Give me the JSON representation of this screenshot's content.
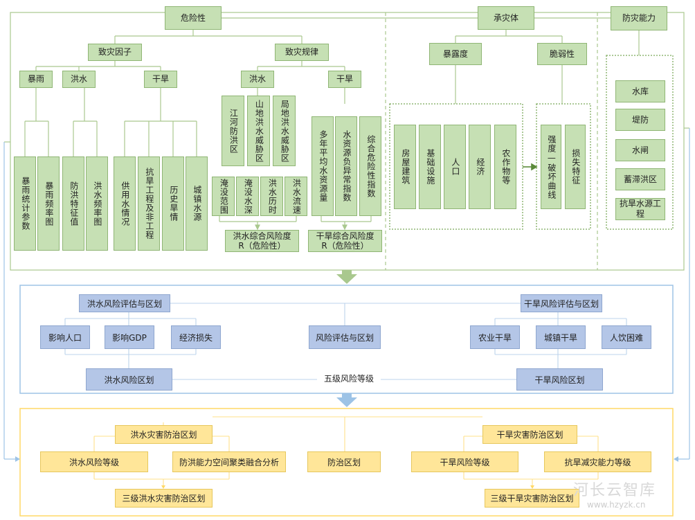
{
  "hazard": {
    "title": "危险性",
    "factor": {
      "title": "致灾因子",
      "rain": {
        "title": "暴雨",
        "items": [
          "暴雨统计参数",
          "暴雨频率图"
        ]
      },
      "flood": {
        "title": "洪水",
        "items": [
          "防洪特征值",
          "洪水频率图"
        ]
      },
      "drought": {
        "title": "干旱",
        "items": [
          "供用水情况",
          "抗旱工程及非工程",
          "历史旱情",
          "城镇水源"
        ]
      }
    },
    "law": {
      "title": "致灾规律",
      "flood": {
        "title": "洪水",
        "zones": [
          "江河防洪区",
          "山地洪水威胁区",
          "局地洪水威胁区"
        ],
        "indicators": [
          "淹没范围",
          "淹没水深",
          "洪水历时",
          "洪水流速"
        ],
        "composite": [
          "洪水综合风险度",
          "R（危险性）"
        ]
      },
      "drought": {
        "title": "干旱",
        "items": [
          "多年平均水资源量",
          "水资源负异常指数",
          "综合危险性指数"
        ],
        "composite": [
          "干旱综合风险度",
          "R（危险性）"
        ]
      }
    }
  },
  "bearer": {
    "title": "承灾体",
    "exposure": {
      "title": "暴露度",
      "items": [
        "房屋建筑",
        "基础设施",
        "人口",
        "经济",
        "农作物等"
      ]
    },
    "vulnerability": {
      "title": "脆弱性",
      "items": [
        "强度—破坏曲线",
        "损失特征"
      ]
    }
  },
  "capacity": {
    "title": "防灾能力",
    "items": [
      "水库",
      "堤防",
      "水闸",
      "蓄滞洪区",
      "抗旱水源工程"
    ]
  },
  "assessment": {
    "flood_title": "洪水风险评估与区划",
    "flood_items": [
      "影响人口",
      "影响GDP",
      "经济损失"
    ],
    "center": "风险评估与区划",
    "drought_title": "干旱风险评估与区划",
    "drought_items": [
      "农业干旱",
      "城镇干旱",
      "人饮困难"
    ],
    "flood_zoning": "洪水风险区划",
    "levels": "五级风险等级",
    "drought_zoning": "干旱风险区划"
  },
  "prevention": {
    "flood_title": "洪水灾害防治区划",
    "flood_items": [
      "洪水风险等级",
      "防洪能力空间聚类融合分析"
    ],
    "center": "防治区划",
    "drought_title": "干旱灾害防治区划",
    "drought_items": [
      "干旱风险等级",
      "抗旱减灾能力等级"
    ],
    "flood_result": "三级洪水灾害防治区划",
    "drought_result": "三级干旱灾害防治区划"
  },
  "watermark": {
    "name": "河长云智库",
    "url": "www.hzyzk.cn"
  },
  "colors": {
    "green": "#c6e0b4",
    "green_line": "#9bbb59",
    "blue": "#b4c6e7",
    "blue_line": "#9dc3e6",
    "yellow": "#ffe699",
    "yellow_line": "#ffd966"
  }
}
